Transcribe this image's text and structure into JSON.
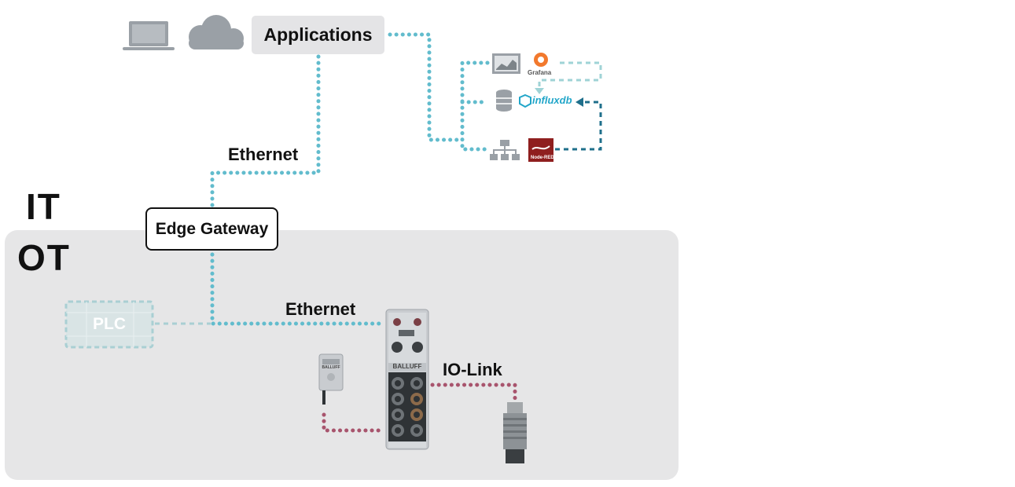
{
  "zones": {
    "it_label": "IT",
    "ot_label": "OT"
  },
  "nodes": {
    "applications": "Applications",
    "edge_gateway": "Edge Gateway",
    "plc": "PLC"
  },
  "connections": {
    "ethernet_it": "Ethernet",
    "ethernet_ot": "Ethernet",
    "io_link": "IO-Link"
  },
  "app_stack": {
    "grafana": "Grafana",
    "influxdb": "influxdb",
    "node_red": "Node-RED"
  },
  "device_brand": "BALLUFF",
  "colors": {
    "ethernet_line": "#62bccd",
    "io_link_line": "#a8546d",
    "ot_background": "#e6e6e7",
    "node_red": "#8f1f1f",
    "influx_accent": "#22a6c9",
    "grafana_orange": "#f2792d",
    "dark_teal_link": "#1f6f8b"
  },
  "icons": [
    "laptop-icon",
    "cloud-icon",
    "dashboard-icon",
    "database-icon",
    "network-icon"
  ]
}
